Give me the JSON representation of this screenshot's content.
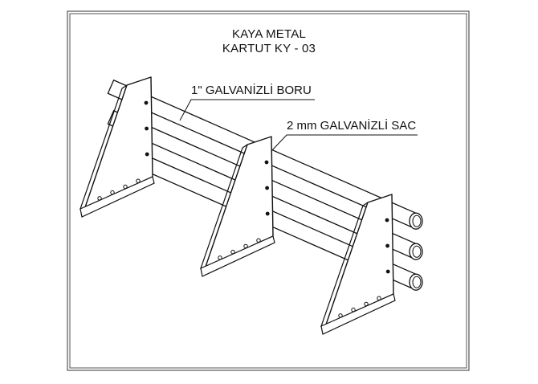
{
  "drawing": {
    "title_line1": "KAYA METAL",
    "title_line2": "KARTUT KY - 03"
  },
  "callouts": {
    "pipe_label": "1\" GALVANİZLİ BORU",
    "sheet_label": "2 mm GALVANİZLİ SAC"
  },
  "style": {
    "line_color": "#111111",
    "frame_color": "#444444",
    "background": "#ffffff"
  }
}
